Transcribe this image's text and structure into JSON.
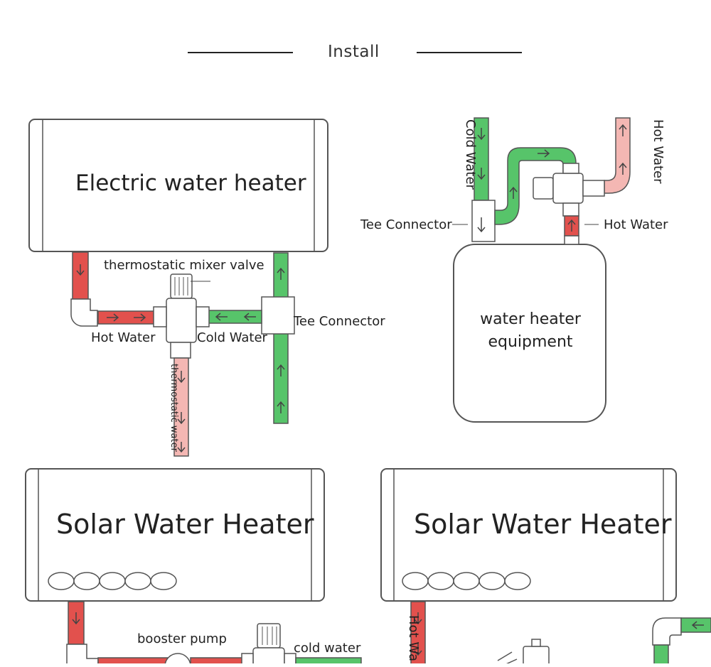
{
  "page": {
    "title": "Install"
  },
  "colors": {
    "hot_pipe": "#e2514d",
    "hot_pipe_light": "#f4b7b3",
    "cold_pipe": "#57c46a",
    "outline": "#555555",
    "background": "#ffffff"
  },
  "diagrams": {
    "electric": {
      "tank_label": "Electric water heater",
      "valve_label": "thermostatic mixer valve",
      "hot_label": "Hot Water",
      "cold_label": "Cold Water",
      "tee_label": "Tee Connector",
      "outlet_label": "thermostatic water"
    },
    "equipment": {
      "tank_label_line1": "water heater",
      "tank_label_line2": "equipment",
      "cold_label": "Cold Water",
      "hot_top_label": "Hot Water",
      "hot_side_label": "Hot Water",
      "tee_label": "Tee Connector"
    },
    "solar_left": {
      "tank_label": "Solar Water Heater",
      "pump_label": "booster pump",
      "cold_label": "cold water"
    },
    "solar_right": {
      "tank_label": "Solar Water Heater",
      "hot_label": "Hot Wa"
    }
  }
}
